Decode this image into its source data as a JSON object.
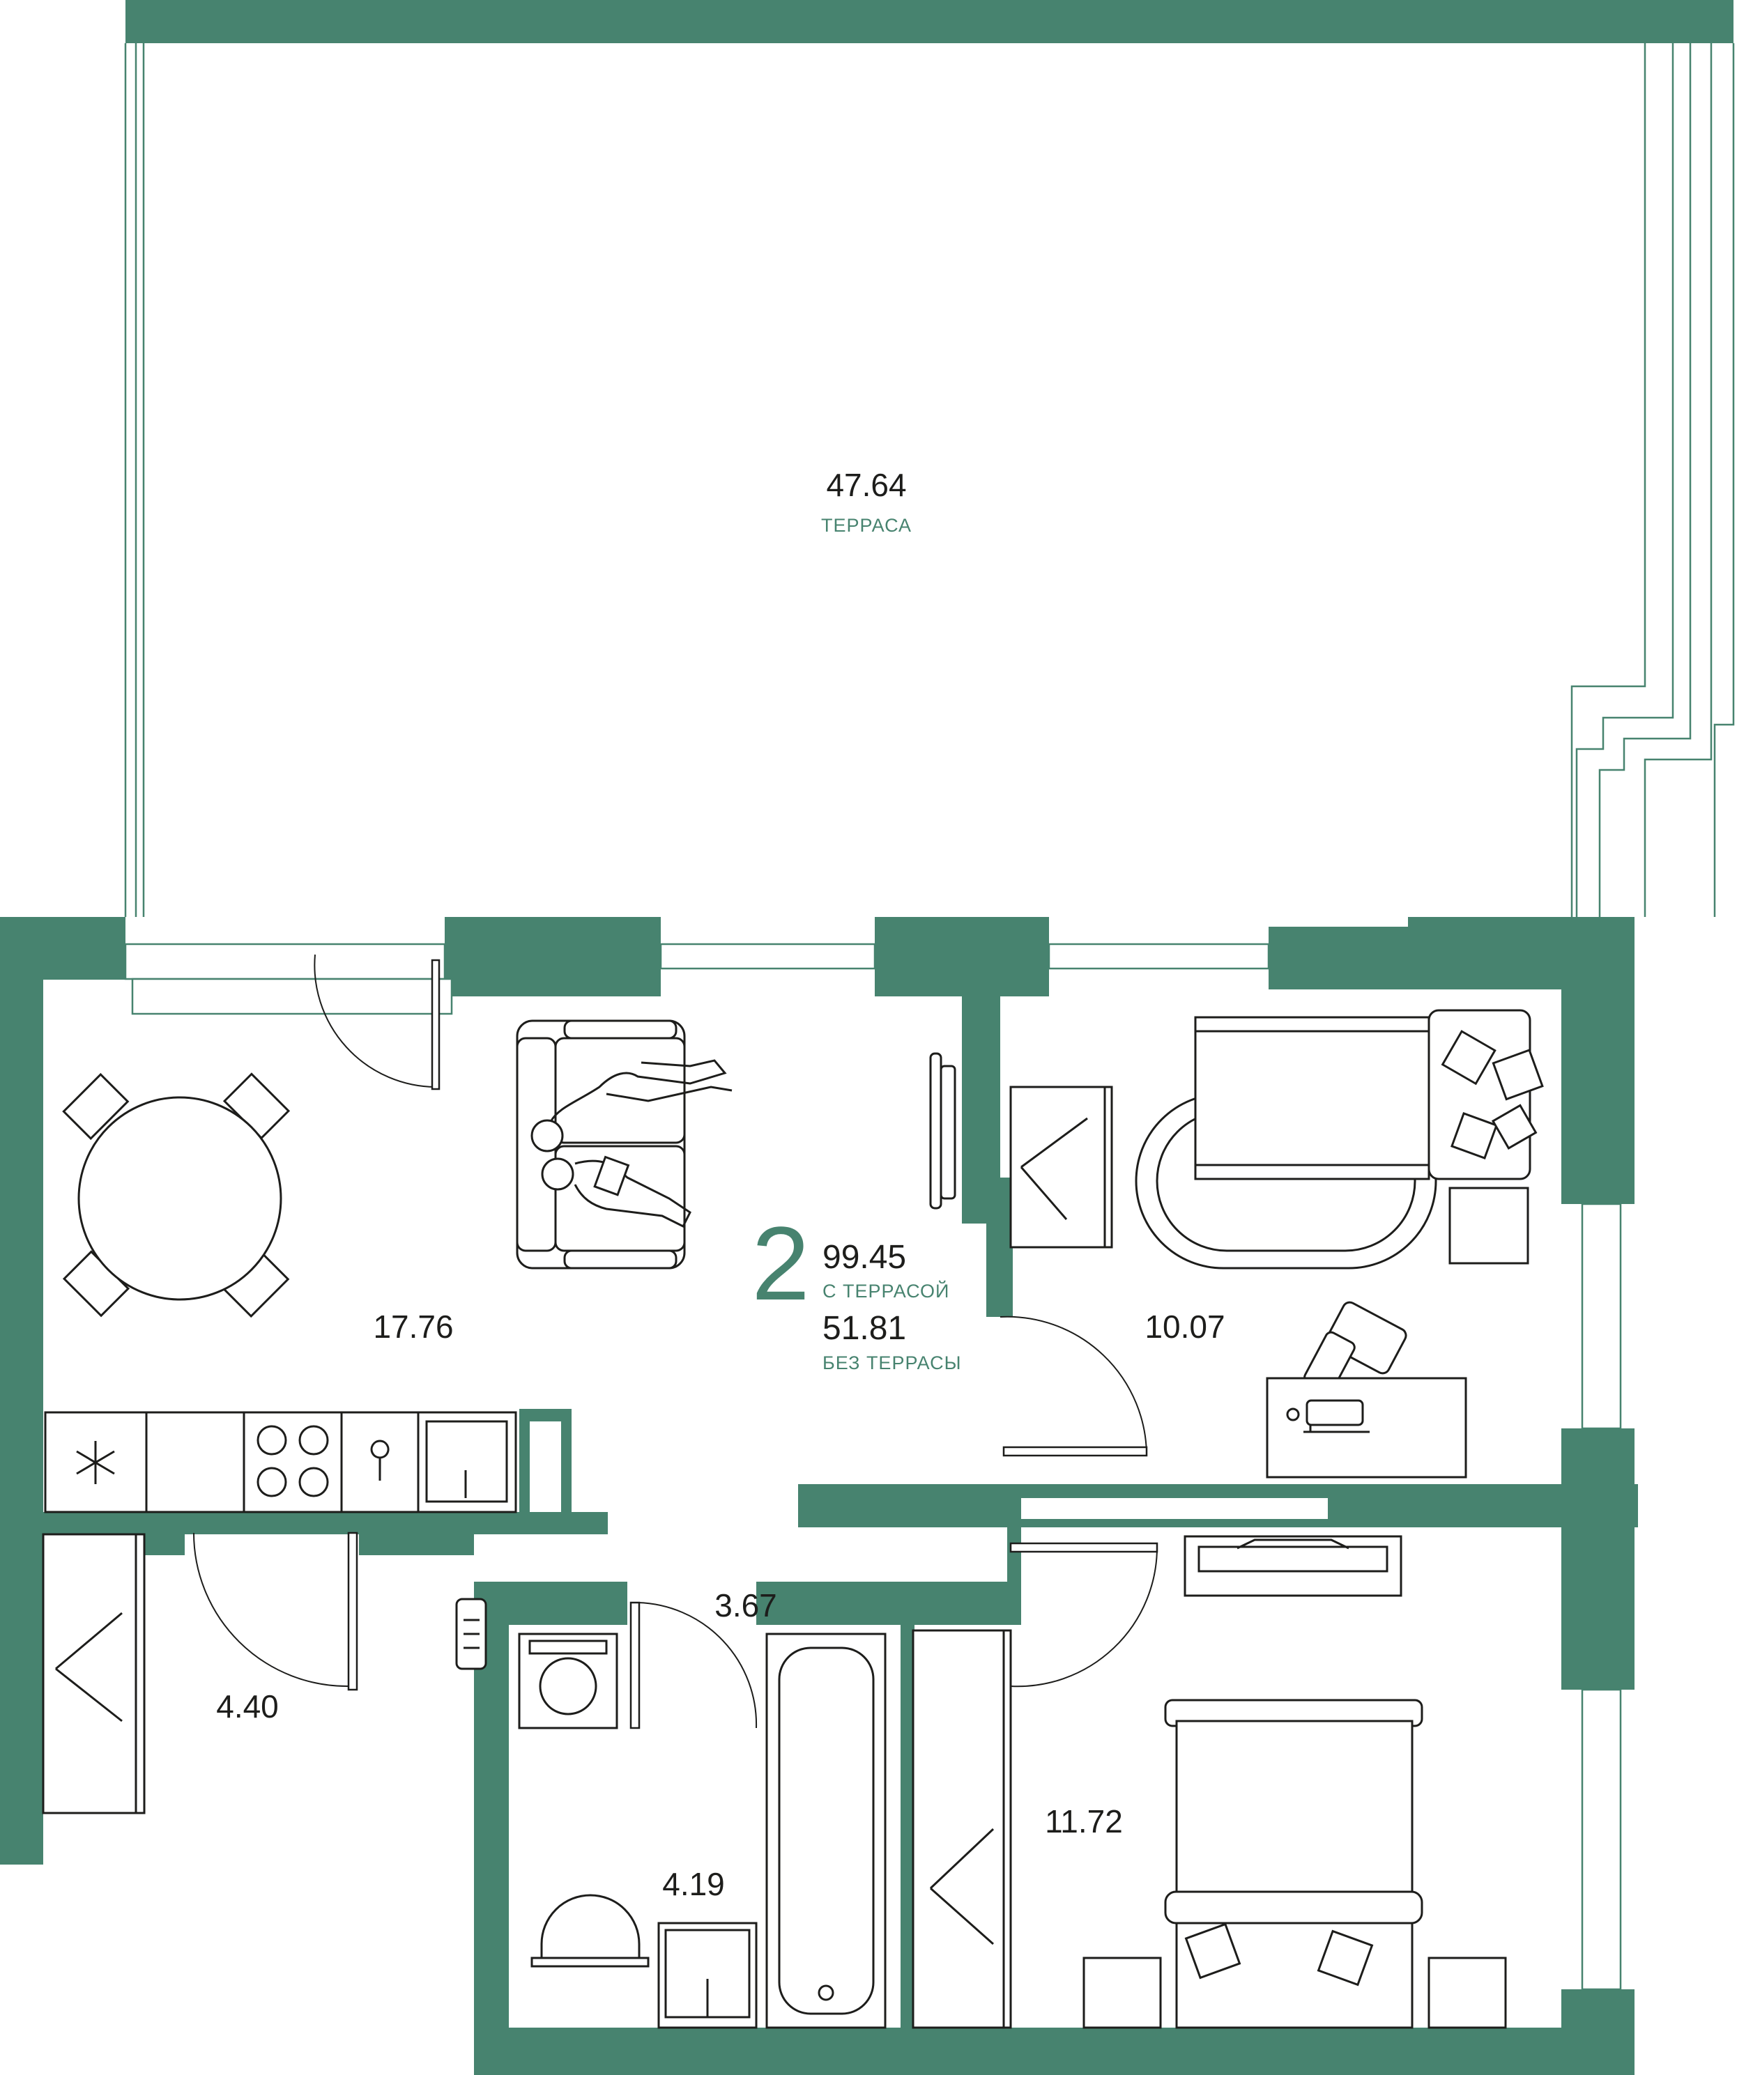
{
  "colors": {
    "wall": "#47836f",
    "line": "#1d1d1b",
    "background": "#ffffff"
  },
  "summary": {
    "rooms": "2",
    "area_total": "99.45",
    "area_total_caption": "С ТЕРРАСОЙ",
    "area_without_terrace": "51.81",
    "area_without_terrace_caption": "БЕЗ ТЕРРАСЫ"
  },
  "rooms": {
    "terrace": {
      "area": "47.64",
      "caption": "ТЕРРАСА"
    },
    "kitchen_living": {
      "area": "17.76"
    },
    "bedroom_small": {
      "area": "10.07"
    },
    "hallway": {
      "area": "3.67"
    },
    "entrance": {
      "area": "4.40"
    },
    "bathroom": {
      "area": "4.19"
    },
    "bedroom_large": {
      "area": "11.72"
    }
  },
  "icons": [
    "dining-table-icon",
    "sofa-icon",
    "people-icon",
    "tv-icon",
    "wardrobe-icon",
    "bed-icon",
    "rug-icon",
    "nightstand-icon",
    "desk-icon",
    "chair-icon",
    "freezer-icon",
    "stove-icon",
    "sink-icon",
    "washing-machine-icon",
    "toilet-icon",
    "bathtub-icon",
    "radiator-icon",
    "hanger-icon",
    "pillow-icon"
  ]
}
